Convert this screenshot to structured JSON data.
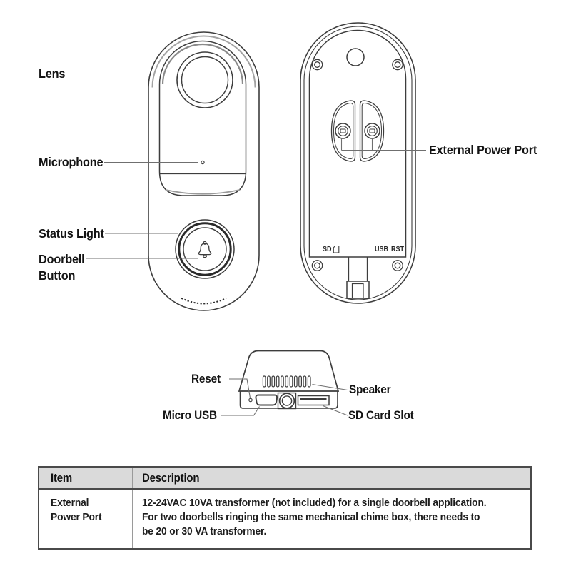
{
  "document": {
    "type": "product-parts-diagram",
    "product": "video doorbell"
  },
  "front_view": {
    "labels": {
      "lens": "Lens",
      "microphone": "Microphone",
      "status_light": "Status Light",
      "doorbell_line1": "Doorbell",
      "doorbell_line2": "Button"
    }
  },
  "back_view": {
    "label_external_power_port": "External Power Port",
    "port_markings": {
      "sd": "SD",
      "usb": "USB",
      "rst": "RST"
    }
  },
  "bottom_view": {
    "labels": {
      "reset": "Reset",
      "micro_usb": "Micro USB",
      "speaker": "Speaker",
      "sd_card_slot": "SD Card Slot"
    }
  },
  "table": {
    "headers": [
      "Item",
      "Description"
    ],
    "rows": [
      {
        "item_lines": [
          "External",
          "Power Port"
        ],
        "description_lines": [
          "12-24VAC 10VA transformer (not included) for a single doorbell application.",
          "For two doorbells ringing the same mechanical chime box, there needs to",
          "be 20 or 30 VA transformer."
        ]
      }
    ]
  },
  "colors": {
    "line_art": "#3d3d3d",
    "leader_line": "#6f6f6f",
    "shading": "#9a9a9a",
    "table_header_bg": "#dadada",
    "table_border": "#4a4a4a",
    "background": "#ffffff"
  }
}
